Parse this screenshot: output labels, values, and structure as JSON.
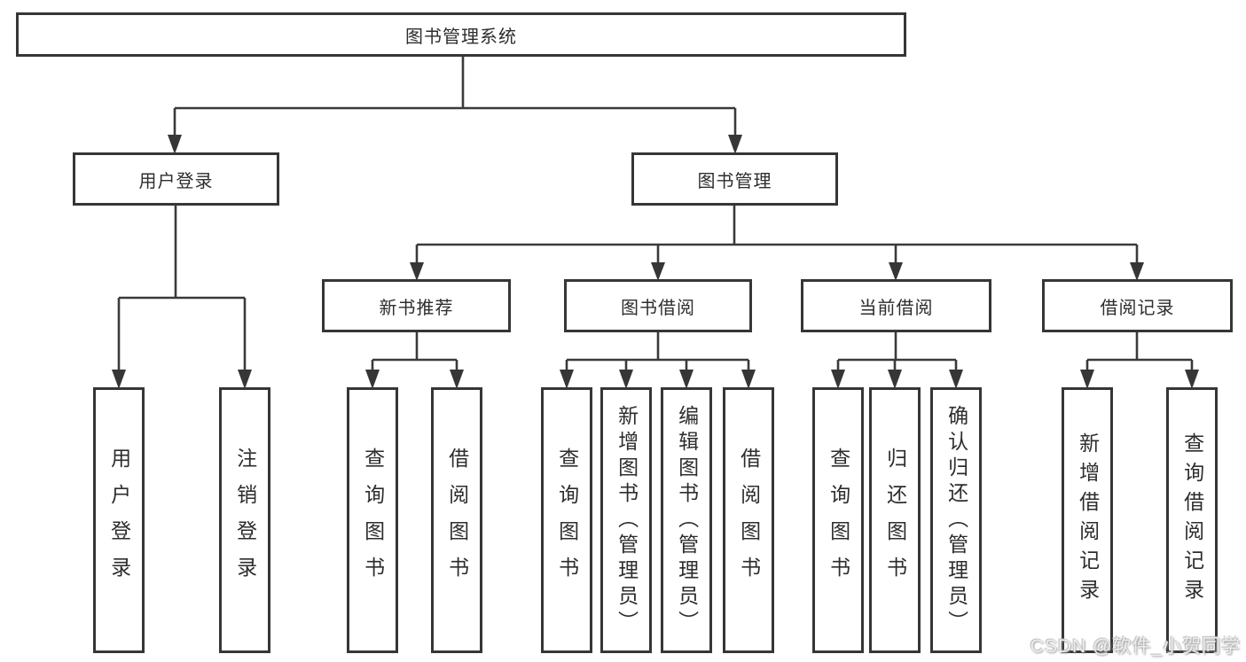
{
  "tree": {
    "label": "图书管理系统",
    "children": [
      {
        "label": "用户登录",
        "children": [
          {
            "label": "用户登录"
          },
          {
            "label": "注销登录"
          }
        ]
      },
      {
        "label": "图书管理",
        "children": [
          {
            "label": "新书推荐",
            "children": [
              {
                "label": "查询图书"
              },
              {
                "label": "借阅图书"
              }
            ]
          },
          {
            "label": "图书借阅",
            "children": [
              {
                "label": "查询图书"
              },
              {
                "label": "新增图书（管理员）"
              },
              {
                "label": "编辑图书（管理员）"
              },
              {
                "label": "借阅图书"
              }
            ]
          },
          {
            "label": "当前借阅",
            "children": [
              {
                "label": "查询图书"
              },
              {
                "label": "归还图书"
              },
              {
                "label": "确认归还（管理员）"
              }
            ]
          },
          {
            "label": "借阅记录",
            "children": [
              {
                "label": "新增借阅记录"
              },
              {
                "label": "查询借阅记录"
              }
            ]
          }
        ]
      }
    ]
  },
  "watermark": {
    "text": "CSDN @软件_小贺同学"
  },
  "colors": {
    "line": "#3a3a3a",
    "box_border": "#363636",
    "text": "#2d2d2d",
    "background": "#ffffff",
    "watermark": "#ededed"
  }
}
